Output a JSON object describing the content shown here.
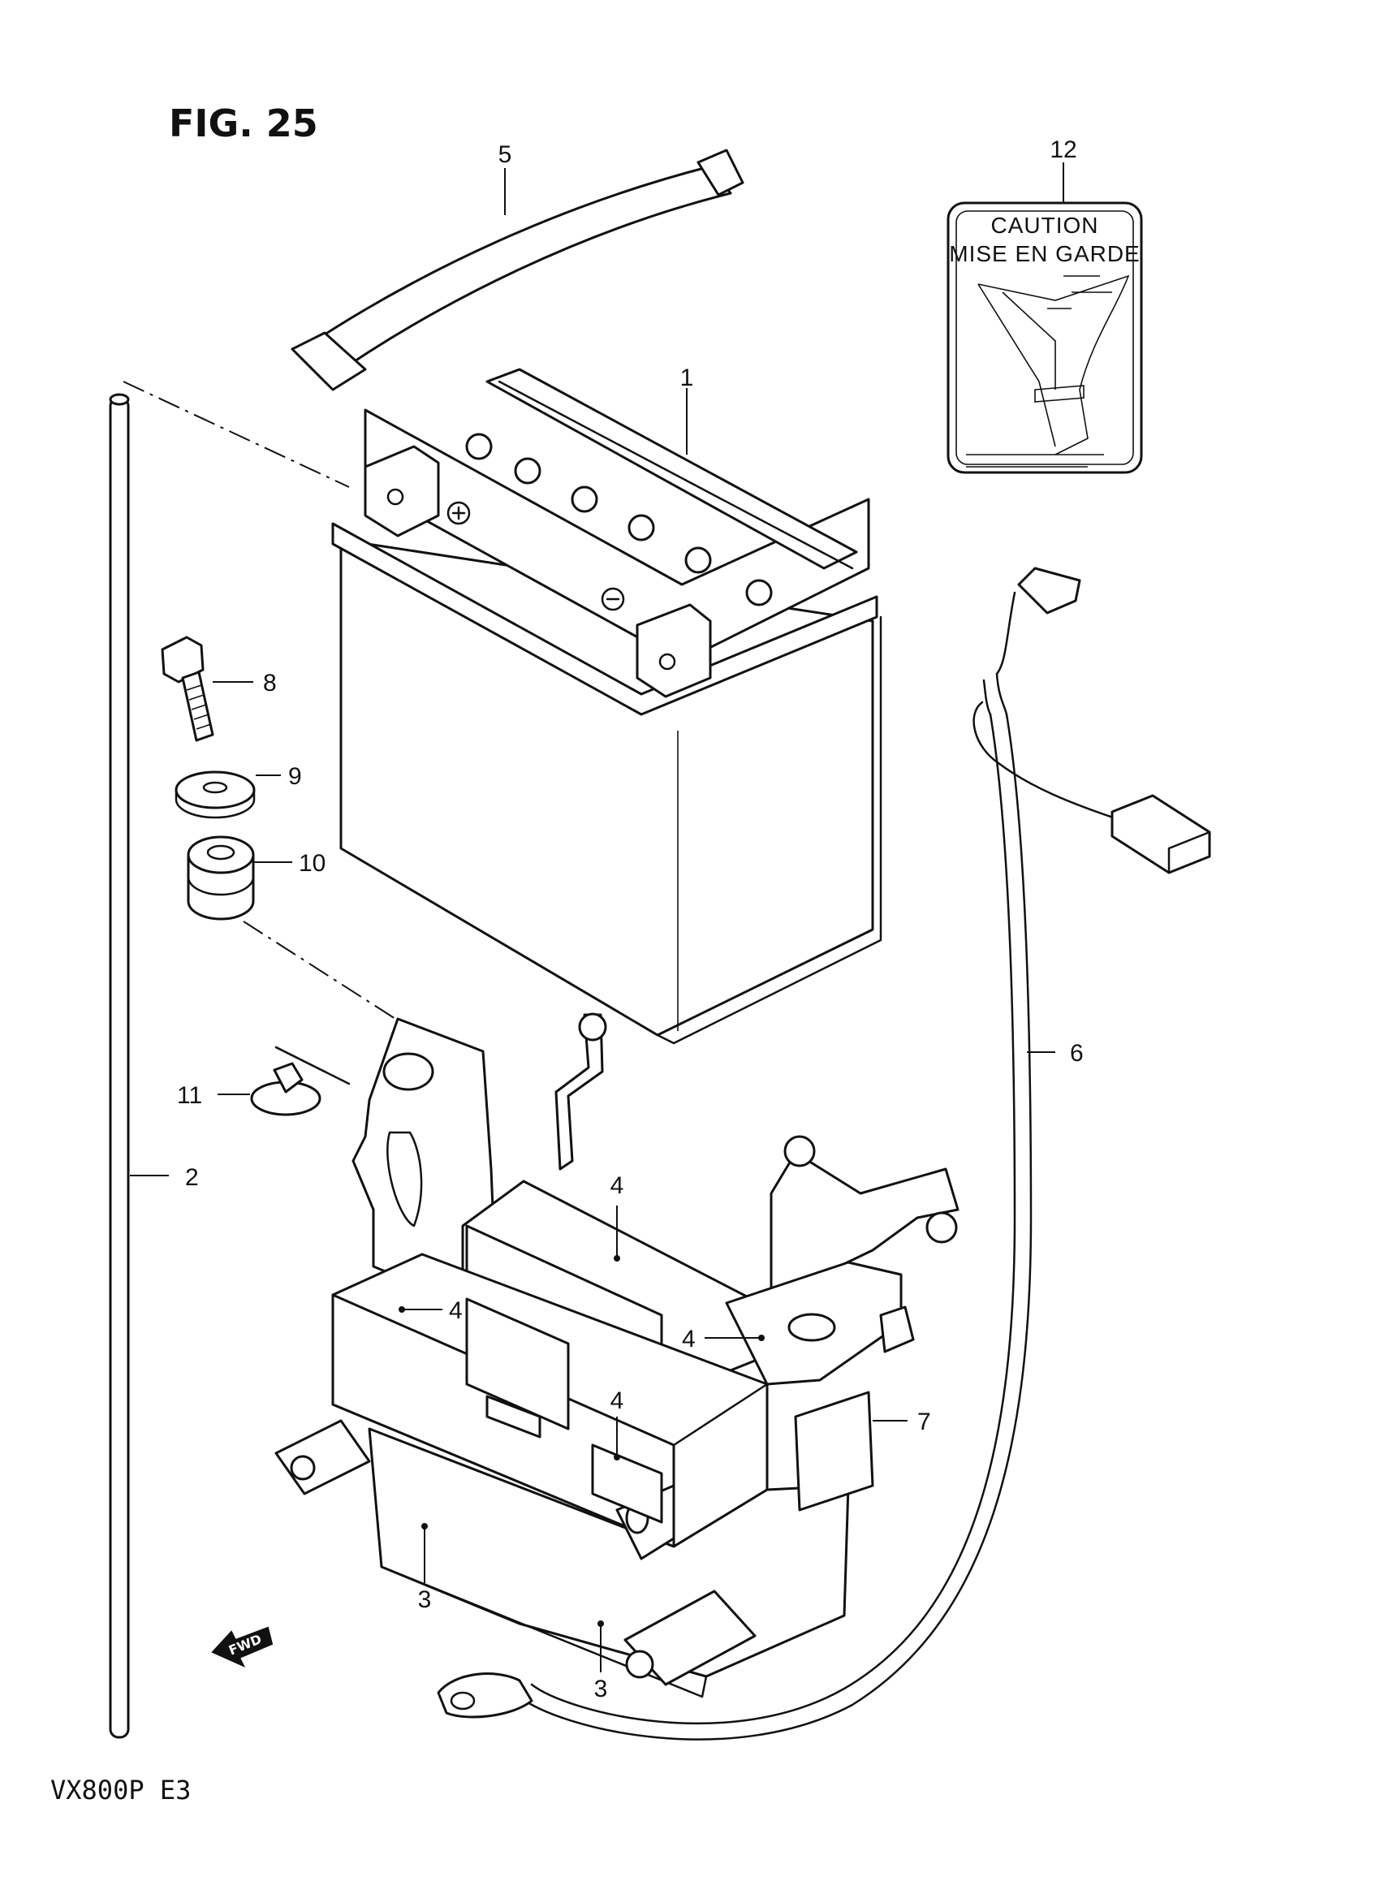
{
  "figure": {
    "title": "FIG. 25",
    "model_code": "VX800P  E3"
  },
  "callouts": [
    "1",
    "2",
    "3",
    "3",
    "4",
    "4",
    "4",
    "4",
    "5",
    "6",
    "7",
    "8",
    "9",
    "10",
    "11",
    "12"
  ],
  "caution_label": {
    "line1": "CAUTION",
    "line2": "MISE EN GARDE"
  },
  "direction_arrow": {
    "label": "FWD"
  }
}
